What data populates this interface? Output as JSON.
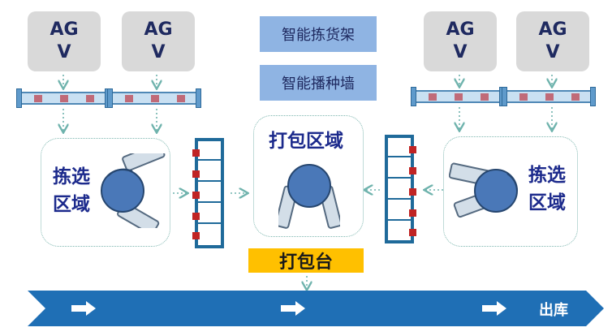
{
  "agv_left_1": "AG\nV",
  "agv_left_2": "AG\nV",
  "agv_right_1": "AG\nV",
  "agv_right_2": "AG\nV",
  "smart_shelf": "智能拣货架",
  "smart_wall": "智能播种墙",
  "pick_zone_left": "拣选\n区域",
  "pick_zone_right": "拣选\n区域",
  "pack_zone": "打包区域",
  "pack_table": "打包台",
  "exit": "出库",
  "colors": {
    "agv_bg": "#d9d9d9",
    "blue_box": "#8fb4e3",
    "pack_table": "#ffc000",
    "belt": "#1f6fb5",
    "rack": "#1f6a9a",
    "label": "#1c2a8c"
  }
}
